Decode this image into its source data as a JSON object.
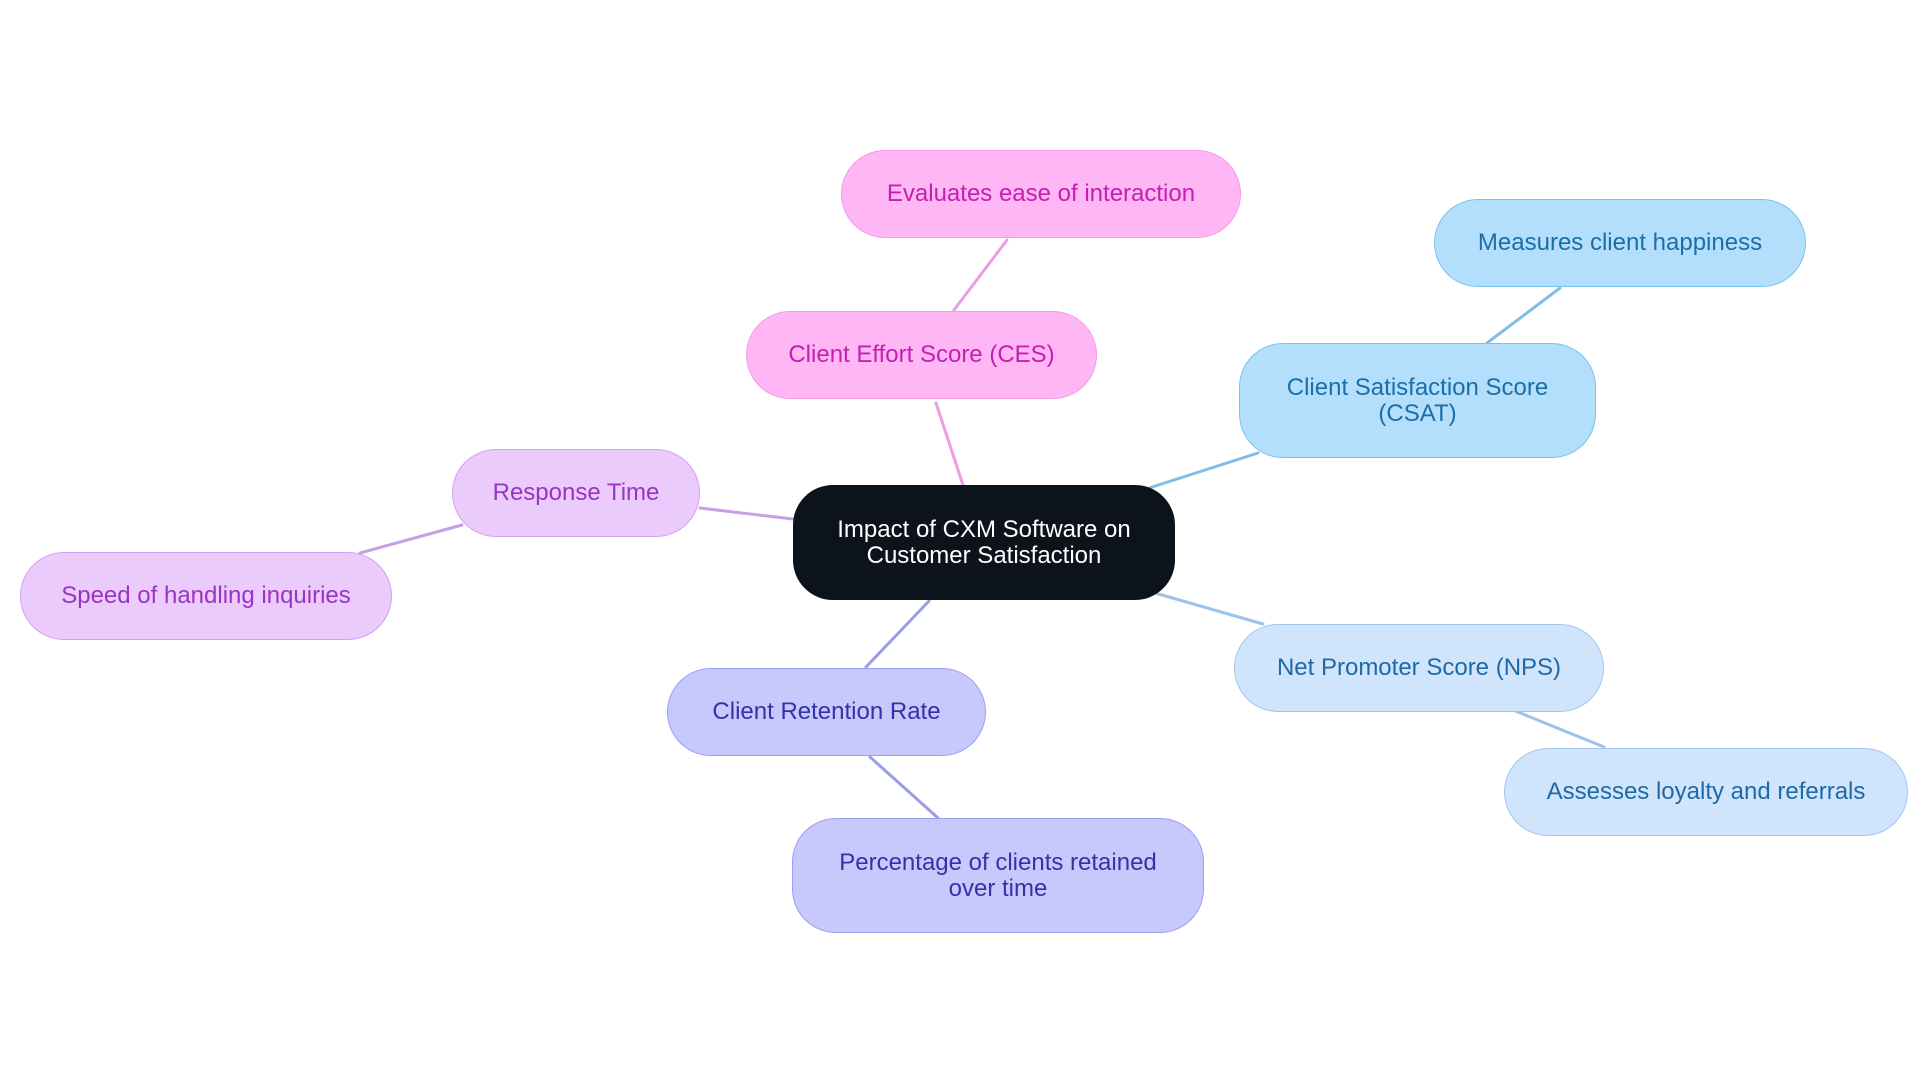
{
  "diagram": {
    "type": "mind-map",
    "root": {
      "label": "Impact of CXM Software on Customer Satisfaction"
    },
    "branches": [
      {
        "id": "ces",
        "label": "Client Effort Score (CES)",
        "color": "#ffb6f4",
        "child": "Evaluates ease of interaction"
      },
      {
        "id": "csat",
        "label": "Client Satisfaction Score (CSAT)",
        "color": "#b3dffc",
        "child": "Measures client happiness"
      },
      {
        "id": "nps",
        "label": "Net Promoter Score (NPS)",
        "color": "#d0e4fb",
        "child": "Assesses loyalty and referrals"
      },
      {
        "id": "retention",
        "label": "Client Retention Rate",
        "color": "#c7c9fc",
        "child": "Percentage of clients retained over time"
      },
      {
        "id": "response",
        "label": "Response Time",
        "color": "#ebcbfc",
        "child": "Speed of handling inquiries"
      }
    ],
    "edge_colors": {
      "ces": "#ec9ee0",
      "csat": "#82bde6",
      "nps": "#9fc3e8",
      "retention": "#9a9de6",
      "response": "#c89ee6"
    },
    "root_color": "#0d131a"
  }
}
